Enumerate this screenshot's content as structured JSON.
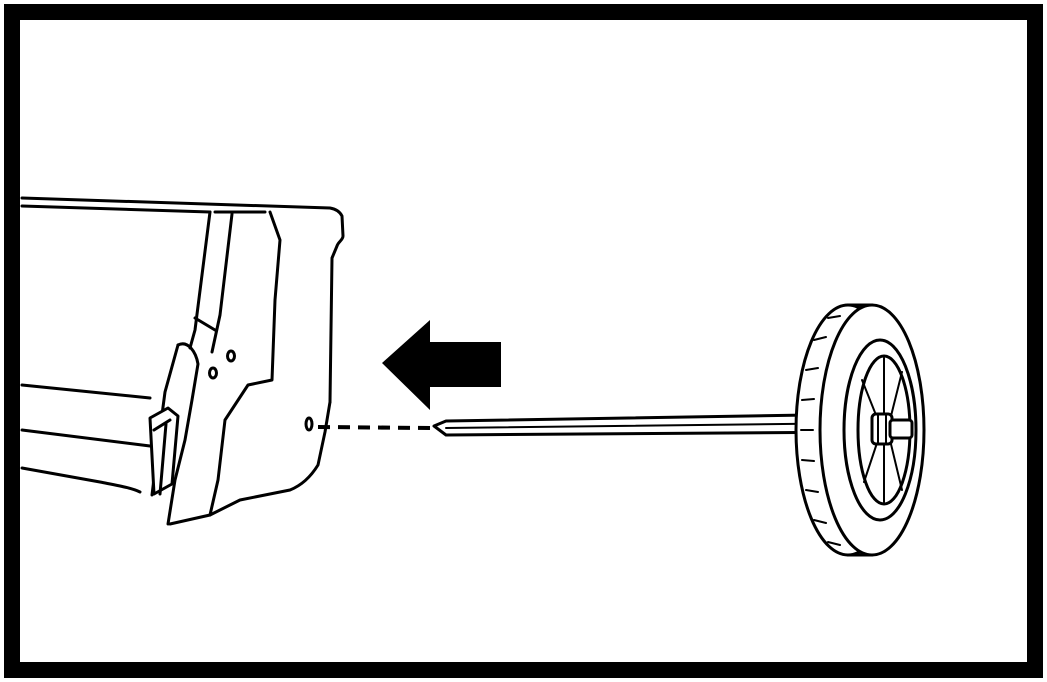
{
  "figure": {
    "kind": "assembly-instruction-illustration",
    "frame_color": "#000000",
    "background_color": "#ffffff",
    "line_color": "#000000",
    "parts": [
      {
        "id": "housing",
        "icon": "spreader-housing-icon"
      },
      {
        "id": "wheel-axle",
        "icon": "wheel-axle-icon"
      },
      {
        "id": "direction-arrow",
        "icon": "left-arrow-icon",
        "direction": "left"
      }
    ],
    "guide_line": "dashed"
  }
}
